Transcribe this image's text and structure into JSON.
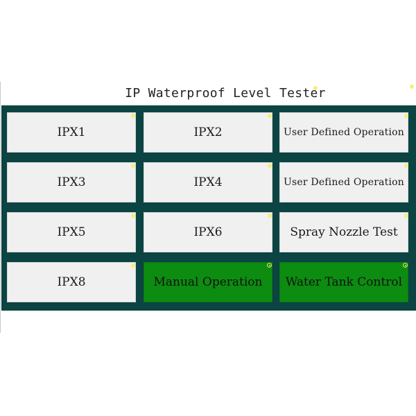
{
  "header": {
    "title": "IP Waterproof Level Tester"
  },
  "buttons": {
    "ipx1": "IPX1",
    "ipx2": "IPX2",
    "user_defined_1": "User Defined Operation",
    "ipx3": "IPX3",
    "ipx4": "IPX4",
    "user_defined_2": "User Defined Operation",
    "ipx5": "IPX5",
    "ipx6": "IPX6",
    "spray_nozzle": "Spray Nozzle Test",
    "ipx8": "IPX8",
    "manual_operation": "Manual Operation",
    "water_tank_control": "Water Tank Control"
  },
  "colors": {
    "panel_bg": "#0b4442",
    "button_bg": "#f0f0f0",
    "active_button_bg": "#0c8c10",
    "indicator": "#f3ef7a"
  }
}
